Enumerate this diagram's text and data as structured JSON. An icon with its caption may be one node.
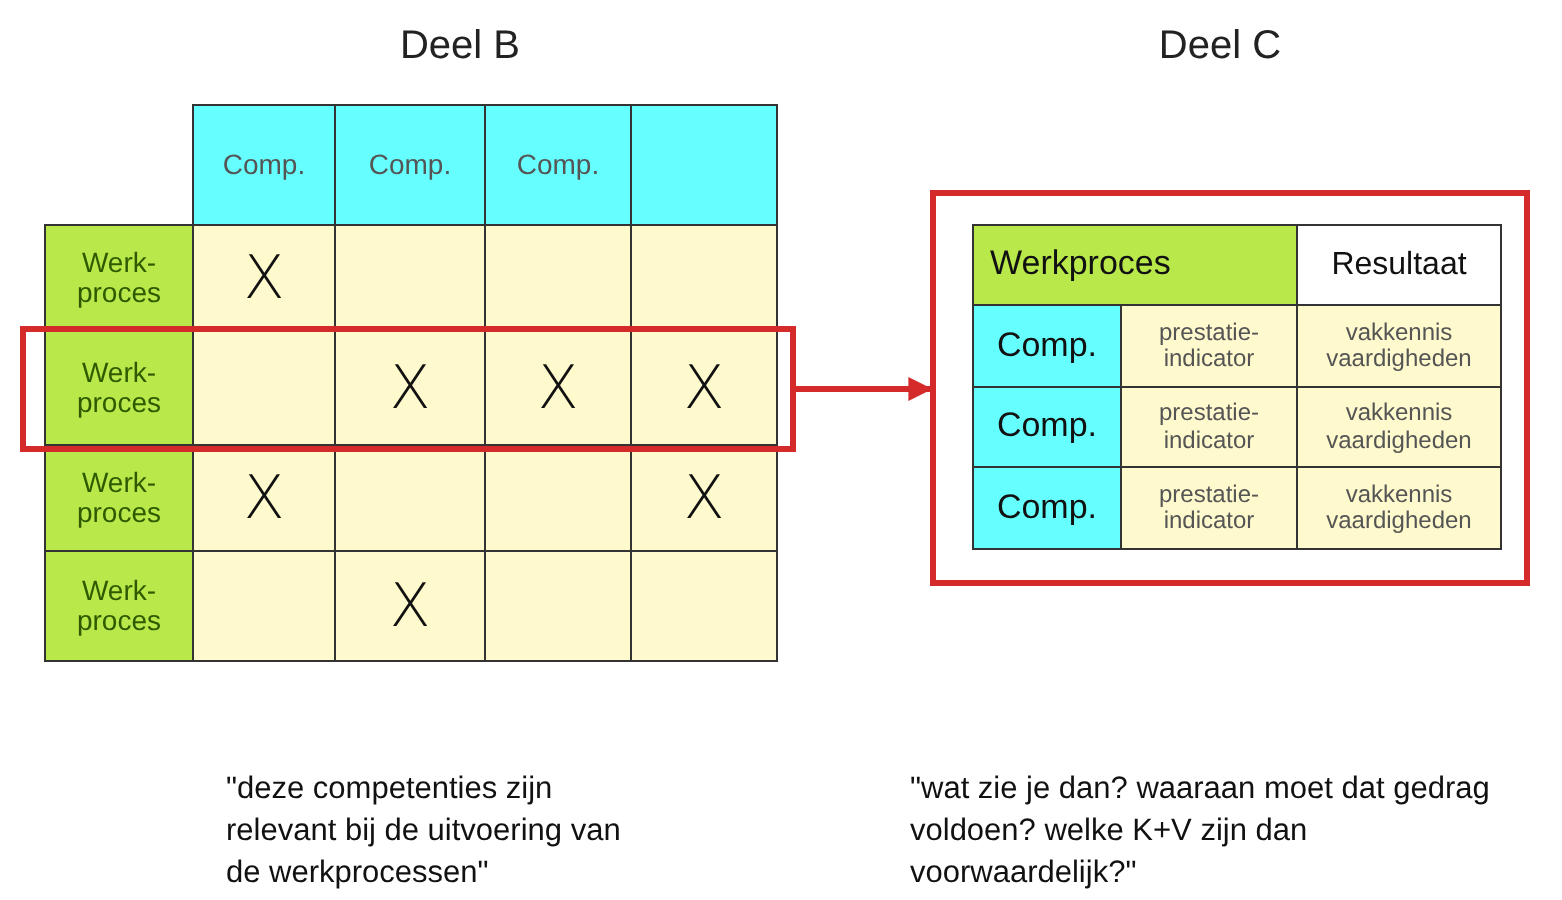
{
  "diagram": {
    "nodes": [
      {
        "text": [],
        "shape": "box"
      },
      {
        "text": [],
        "shape": "box"
      }
    ],
    "edges": [
      {
        "from": 0,
        "to": 1,
        "arrow": "to"
      }
    ],
    "labels": [
      "Deel B",
      "Deel C",
      "Comp.",
      "Comp.",
      "Comp.",
      "Werk- proces",
      "X",
      "Werk- proces",
      "X",
      "X",
      "X",
      "Werk- proces",
      "X",
      "X",
      "Werk- proces",
      "X",
      "Werkproces",
      "Resultaat",
      "Comp.",
      "prestatie- indicator",
      "vakkennis vaardigheden",
      "Comp.",
      "prestatie- indicator",
      "vakkennis vaardigheden",
      "Comp.",
      "prestatie- indicator",
      "vakkennis vaardigheden",
      "\"deze competenties zijn relevant bij de uitvoering van de werkprocessen\"",
      "\"wat zie je dan? waaraan moet dat gedrag voldoen? welke K+V zijn dan voorwaardelijk?\""
    ]
  }
}
